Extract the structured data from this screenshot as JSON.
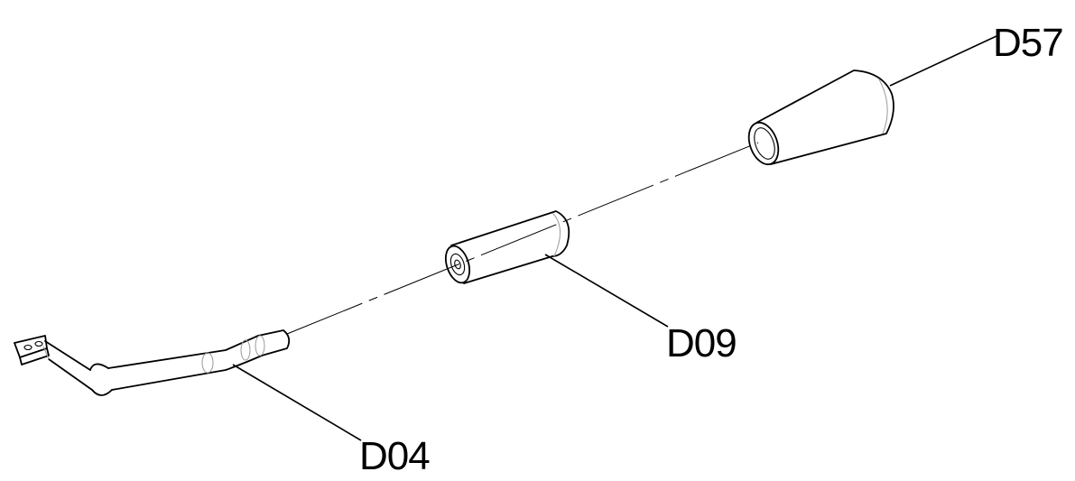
{
  "labels": {
    "d57": "D57",
    "d09": "D09",
    "d04": "D04"
  },
  "colors": {
    "line": "#000000",
    "background": "#ffffff"
  }
}
